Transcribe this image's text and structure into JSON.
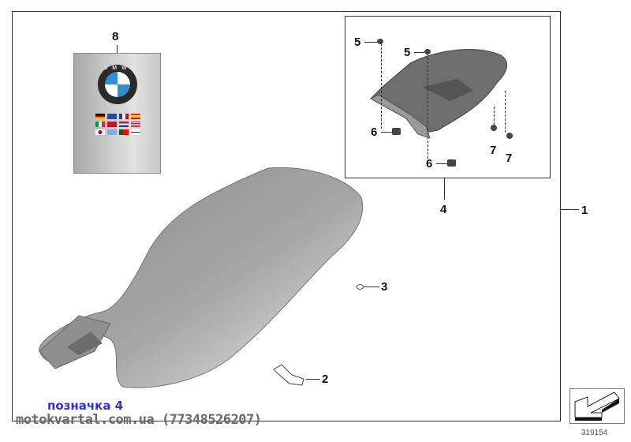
{
  "diagram": {
    "type": "parts-exploded-view",
    "ref_number": "319154",
    "callouts": [
      {
        "id": "1",
        "label": "1",
        "part": "seat assembly bracket"
      },
      {
        "id": "2",
        "label": "2",
        "part": "clip"
      },
      {
        "id": "3",
        "label": "3",
        "part": "washer"
      },
      {
        "id": "4",
        "label": "4",
        "part": "rear seat / luggage rack kit"
      },
      {
        "id": "5a",
        "label": "5",
        "part": "screw"
      },
      {
        "id": "5b",
        "label": "5",
        "part": "screw"
      },
      {
        "id": "6a",
        "label": "6",
        "part": "nut"
      },
      {
        "id": "6b",
        "label": "6",
        "part": "nut"
      },
      {
        "id": "7a",
        "label": "7",
        "part": "rubber buffer"
      },
      {
        "id": "7b",
        "label": "7",
        "part": "rubber buffer"
      },
      {
        "id": "8",
        "label": "8",
        "part": "installation manual"
      }
    ],
    "manual": {
      "logo_text": "BMW"
    },
    "flags": [
      "#d00",
      "#244a9a",
      "#1b3fa0",
      "#e9b000",
      "#009246",
      "#c8102e",
      "#c8102e",
      "#3c3b6e",
      "#bc002d",
      "#5a88c8",
      "#006600",
      "#003580"
    ]
  },
  "captions": {
    "label_ua": "позначка 4",
    "watermark": "motokvartal.com.ua (77348526207)"
  },
  "colors": {
    "accent_blue": "#2e2ef0",
    "watermark_grey": "#6a6a6a",
    "line": "#333333"
  }
}
